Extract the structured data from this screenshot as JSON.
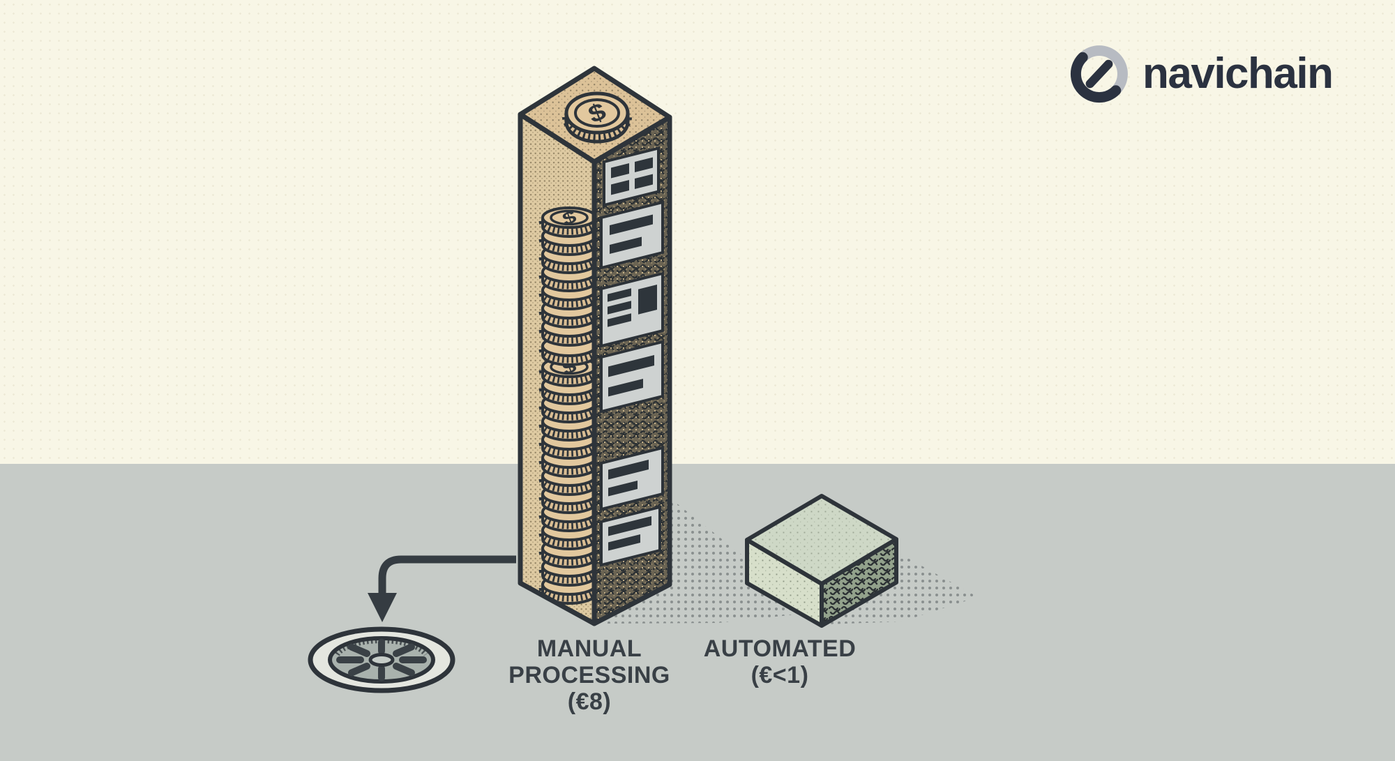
{
  "brand": {
    "name": "navichain"
  },
  "illustration": {
    "coin_symbol": "$",
    "manual": {
      "lines": [
        "MANUAL",
        "PROCESSING",
        "(€8)"
      ],
      "cost_per_invoice": "€8"
    },
    "automated": {
      "lines": [
        "AUTOMATED",
        "(€<1)"
      ],
      "cost_per_invoice": "€<1"
    }
  },
  "colors": {
    "background_cream": "#f8f6e6",
    "ground_gray": "#c6cbc7",
    "ink_navy": "#2e343a",
    "coin_tan": "#e2c89e",
    "invoice_gray": "#ced2d1",
    "automated_green": "#ccd6bf",
    "label_text": "#394046",
    "logo_navy": "#2b3240",
    "logo_gray": "#b7bbc2"
  }
}
